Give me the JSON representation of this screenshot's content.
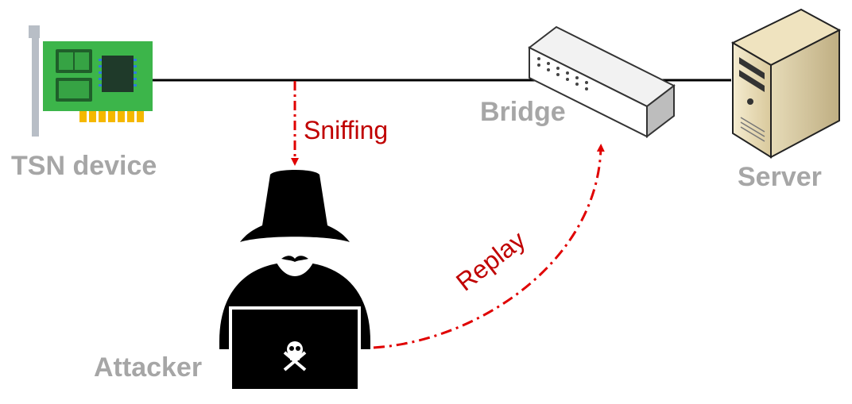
{
  "labels": {
    "tsn_device": "TSN device",
    "bridge": "Bridge",
    "server": "Server",
    "attacker": "Attacker",
    "sniffing": "Sniffing",
    "replay": "Replay"
  },
  "colors": {
    "label_gray": "#a6a6a6",
    "attack_red": "#c00000",
    "link_black": "#000000",
    "nic_green": "#3cb54a",
    "gold_contacts": "#f5b800"
  },
  "icons": {
    "tsn_device": "network-card-icon",
    "bridge": "network-switch-icon",
    "server": "server-tower-icon",
    "attacker": "hacker-icon",
    "laptop_logo": "skull-crossbones-icon"
  }
}
